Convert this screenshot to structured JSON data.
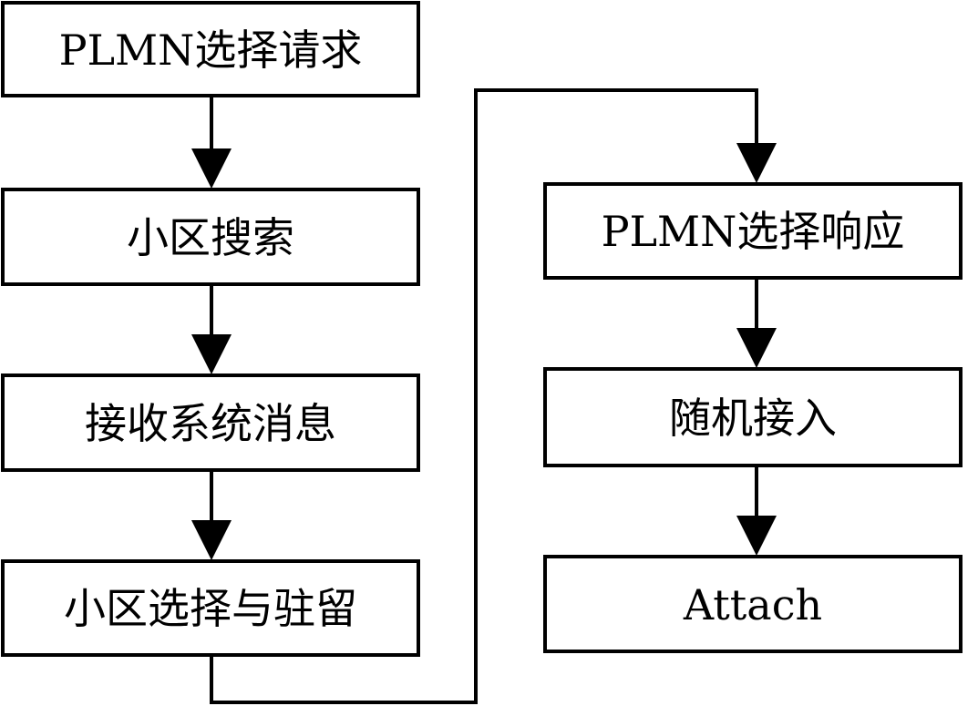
{
  "diagram": {
    "steps": [
      {
        "id": "plmn-select-request",
        "label": "PLMN选择请求"
      },
      {
        "id": "cell-search",
        "label": "小区搜索"
      },
      {
        "id": "receive-system-message",
        "label": "接收系统消息"
      },
      {
        "id": "cell-select-camp",
        "label": "小区选择与驻留"
      },
      {
        "id": "plmn-select-response",
        "label": "PLMN选择响应"
      },
      {
        "id": "random-access",
        "label": "随机接入"
      },
      {
        "id": "attach",
        "label": "Attach"
      }
    ],
    "edges": [
      {
        "from": "plmn-select-request",
        "to": "cell-search"
      },
      {
        "from": "cell-search",
        "to": "receive-system-message"
      },
      {
        "from": "receive-system-message",
        "to": "cell-select-camp"
      },
      {
        "from": "cell-select-camp",
        "to": "plmn-select-response"
      },
      {
        "from": "plmn-select-response",
        "to": "random-access"
      },
      {
        "from": "random-access",
        "to": "attach"
      }
    ]
  }
}
